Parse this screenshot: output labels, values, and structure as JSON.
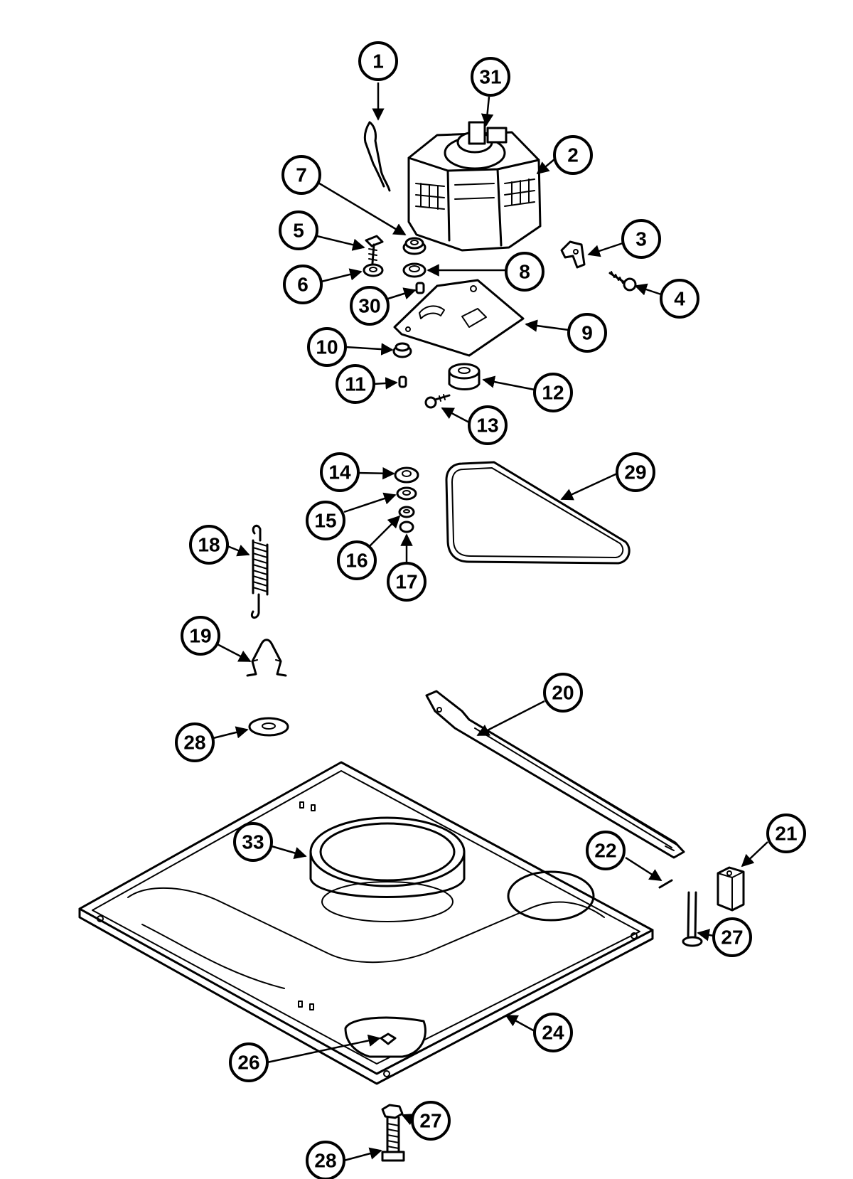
{
  "diagram": {
    "callouts": [
      "1",
      "31",
      "2",
      "7",
      "5",
      "3",
      "6",
      "8",
      "4",
      "30",
      "9",
      "10",
      "11",
      "12",
      "13",
      "14",
      "29",
      "15",
      "16",
      "17",
      "18",
      "19",
      "20",
      "28",
      "21",
      "33",
      "22",
      "27",
      "24",
      "26",
      "27",
      "28"
    ]
  }
}
